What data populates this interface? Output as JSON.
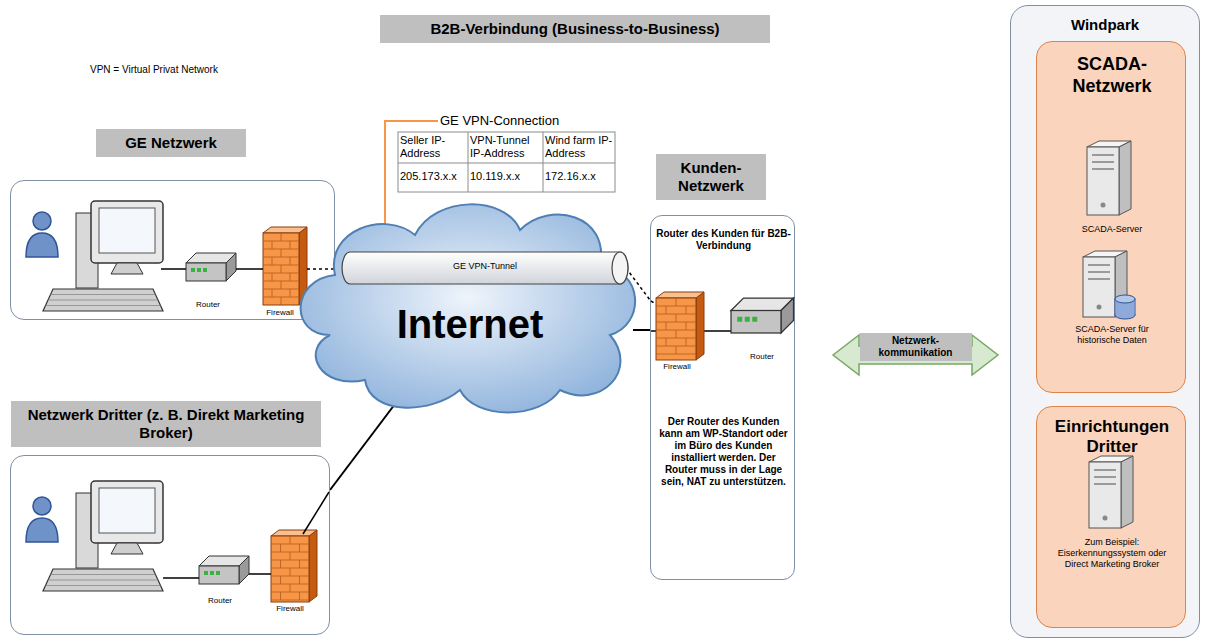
{
  "diagram": {
    "title": "B2B-Verbindung (Business-to-Business)",
    "nodes": [
      {
        "text": [
          "GE Netzwerk"
        ]
      },
      {
        "text": [
          "Internet"
        ]
      },
      {
        "text": [
          "GE VPN-Tunnel"
        ]
      },
      {
        "text": [
          "Kunden- Netzwerk",
          "Router des Kunden für B2B-Verbindung",
          "Der Router des Kunden kann am WP-Standort oder im Büro des Kunden installiert werden. Der Router muss in der Lage sein, NAT zu unterstützen."
        ]
      },
      {
        "text": [
          "Netzwerk Dritter (z. B. Direkt Marketing Broker)"
        ]
      },
      {
        "text": [
          "Windpark"
        ]
      },
      {
        "text": [
          "SCADA- Netzwerk",
          "SCADA-Server",
          "SCADA-Server für historische Daten"
        ],
        "in": 5
      },
      {
        "text": [
          "Einrichtungen Dritter",
          "Zum Beispiel: Eiserkennungssystem oder Direct Marketing Broker"
        ],
        "in": 5
      }
    ],
    "edges": [
      {
        "from": 0,
        "to": 2,
        "arrow": "none"
      },
      {
        "from": 2,
        "to": 3,
        "arrow": "none"
      },
      {
        "from": 1,
        "to": 3,
        "arrow": "none"
      },
      {
        "from": 4,
        "to": 1,
        "arrow": "none"
      },
      {
        "from": 3,
        "to": 5,
        "label": "Netzwerk- kommunikation",
        "arrow": "both"
      }
    ],
    "labels": [
      "VPN = Virtual Privat Network",
      "GE VPN-Connection",
      "Seller IP-Address",
      "VPN-Tunnel IP-Address",
      "Wind farm IP-Address",
      "205.173.x.x",
      "10.119.x.x",
      "172.16.x.x",
      "Router",
      "Firewall",
      "Router",
      "Firewall",
      "Firewall",
      "Router"
    ]
  }
}
